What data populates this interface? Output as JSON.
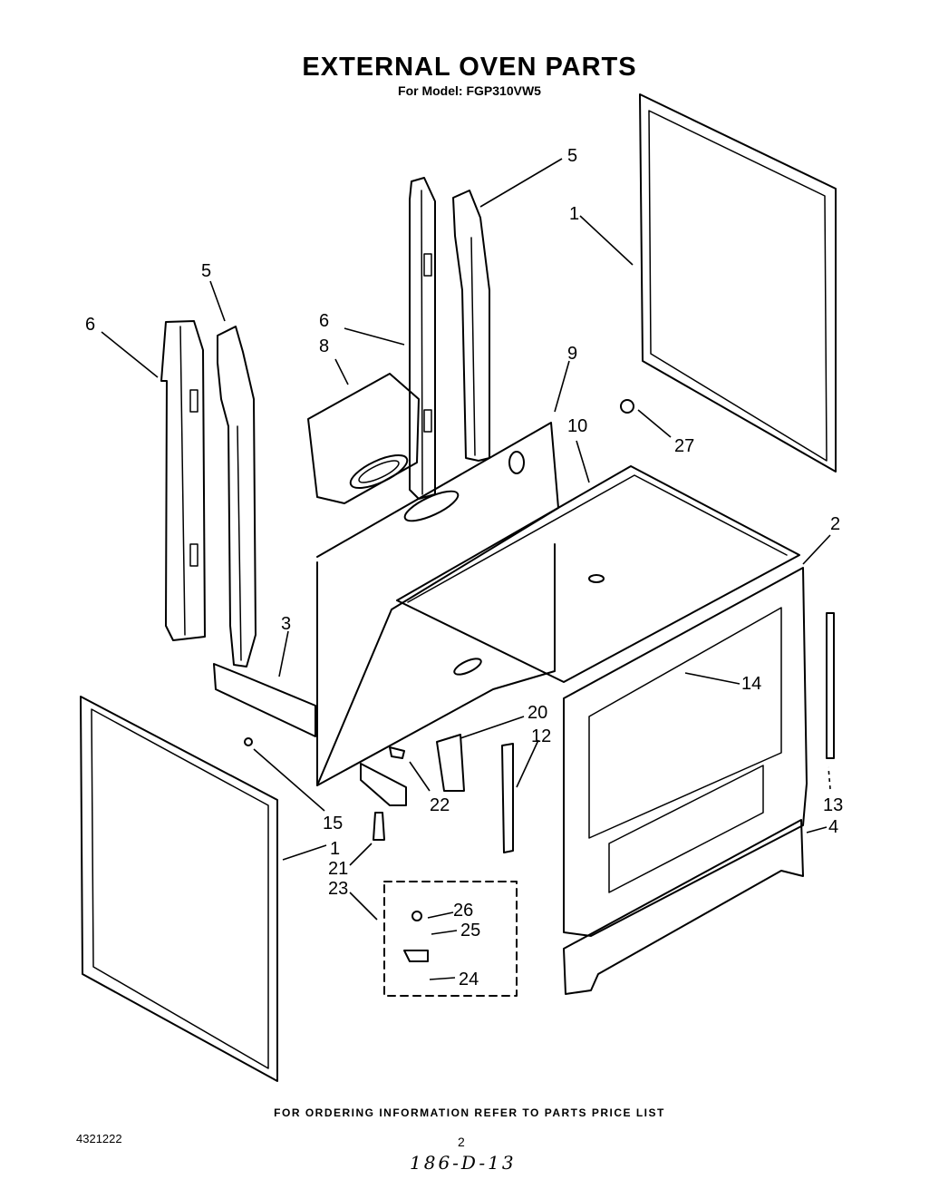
{
  "title": "EXTERNAL OVEN PARTS",
  "subtitle": "For Model: FGP310VW5",
  "footer": "FOR ORDERING INFORMATION REFER TO PARTS PRICE LIST",
  "document_number": "4321222",
  "page_number": "2",
  "handwritten_note": "186-D-13",
  "callouts": [
    "5",
    "1",
    "5",
    "6",
    "6",
    "8",
    "9",
    "10",
    "27",
    "2",
    "3",
    "14",
    "20",
    "12",
    "13",
    "15",
    "22",
    "4",
    "1",
    "21",
    "23",
    "26",
    "25",
    "24"
  ]
}
